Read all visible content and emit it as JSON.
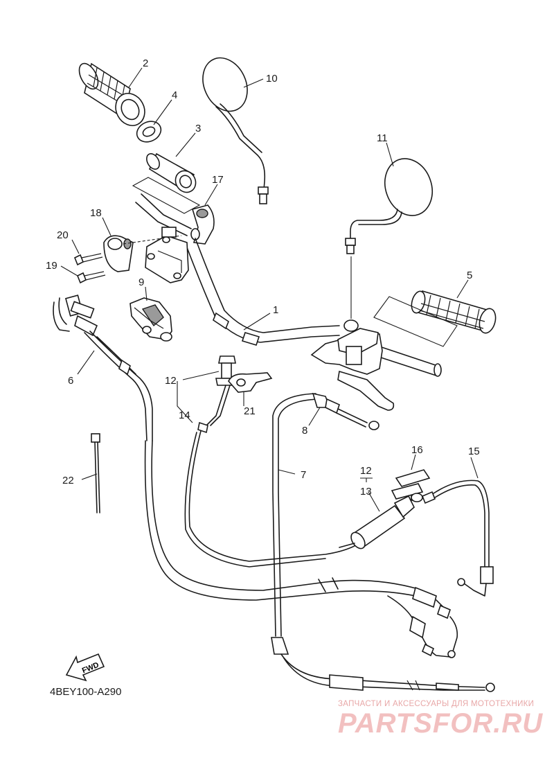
{
  "diagram": {
    "reference_code": "4BEY100-A290",
    "fwd_label": "FWD",
    "callouts": {
      "n1": "1",
      "n2": "2",
      "n3": "3",
      "n4": "4",
      "n5": "5",
      "n6": "6",
      "n7": "7",
      "n8": "8",
      "n9": "9",
      "n10": "10",
      "n11": "11",
      "n12a": "12",
      "n12b": "12",
      "n13": "13",
      "n14": "14",
      "n15": "15",
      "n16": "16",
      "n17": "17",
      "n18": "18",
      "n19": "19",
      "n20": "20",
      "n21": "21",
      "n22": "22"
    }
  },
  "watermark": {
    "tagline": "ЗАПЧАСТИ И АКСЕССУАРЫ ДЛЯ МОТОТЕХНИКИ",
    "logo": "PARTSFOR.RU",
    "color": "#f2c0c0"
  }
}
